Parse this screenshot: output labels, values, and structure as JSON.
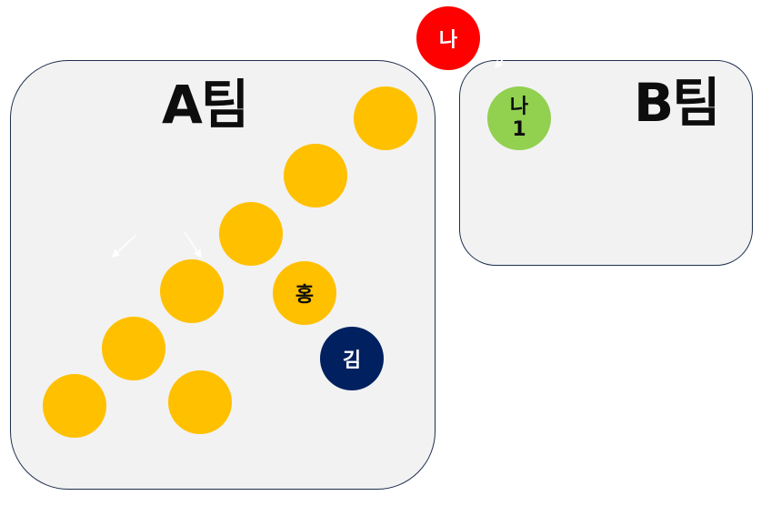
{
  "team_a": {
    "label": "A팀",
    "members": [
      {
        "label": ""
      },
      {
        "label": ""
      },
      {
        "label": ""
      },
      {
        "label": ""
      },
      {
        "label": ""
      },
      {
        "label": ""
      },
      {
        "label": ""
      },
      {
        "label": "홍"
      },
      {
        "label": "김"
      }
    ]
  },
  "team_b": {
    "label": "B팀",
    "members": [
      {
        "label_line1": "나",
        "label_line2": "1"
      }
    ]
  },
  "outside": {
    "label": "나"
  },
  "colors": {
    "box_fill": "#f2f2f2",
    "box_border": "#1f2f4f",
    "member_orange": "#ffc000",
    "member_navy": "#002060",
    "member_red": "#ff0000",
    "member_green": "#92d050"
  }
}
